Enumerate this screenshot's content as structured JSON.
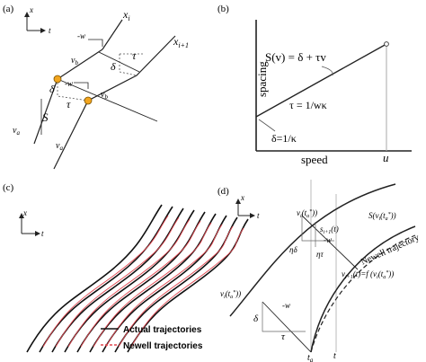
{
  "panels": {
    "a": {
      "label": "(a)",
      "axis_x": "x",
      "axis_t": "t",
      "vehicle_i": "x",
      "vehicle_i_sub": "i",
      "vehicle_i1": "x",
      "vehicle_i1_sub": "i+1",
      "minus_w": "-w",
      "v_b": "v",
      "v_b_sub": "b",
      "v_a": "v",
      "v_a_sub": "a",
      "delta": "δ",
      "tau": "τ",
      "s": "S",
      "marker_color": "#f2a51e"
    },
    "b": {
      "label": "(b)",
      "equation": "S(v) = δ + τv",
      "tau_eq": "τ = 1/wκ",
      "delta_eq": "δ=1/κ",
      "ylabel": "spacing",
      "xlabel": "speed",
      "u": "u"
    },
    "c": {
      "label": "(c)",
      "axis_x": "x",
      "axis_t": "t",
      "legend_actual": "Actual trajectories",
      "legend_newell": "Newell trajectories",
      "actual_color": "#111111",
      "newell_color": "#e0464f"
    },
    "d": {
      "label": "(d)",
      "axis_x": "x",
      "axis_t": "t",
      "vi_top": "v",
      "vi_top_rest": "(t",
      "s_i1": "s",
      "s_i1_rest": "(t)",
      "minus_w": "-w",
      "eta_delta": "ηδ",
      "eta_tau": "ητ",
      "s_of_v": "S(v",
      "s_of_v_rest": "(t",
      "newell": "Newell trajectory",
      "v_i1_eq": "v",
      "v_i1_eq_rest": "(t)=f (v",
      "vi_left": "v",
      "vi_left_rest": "(t",
      "delta": "δ",
      "tau": "τ",
      "t_a": "t",
      "t_a_sub": "a",
      "t": "t"
    }
  }
}
